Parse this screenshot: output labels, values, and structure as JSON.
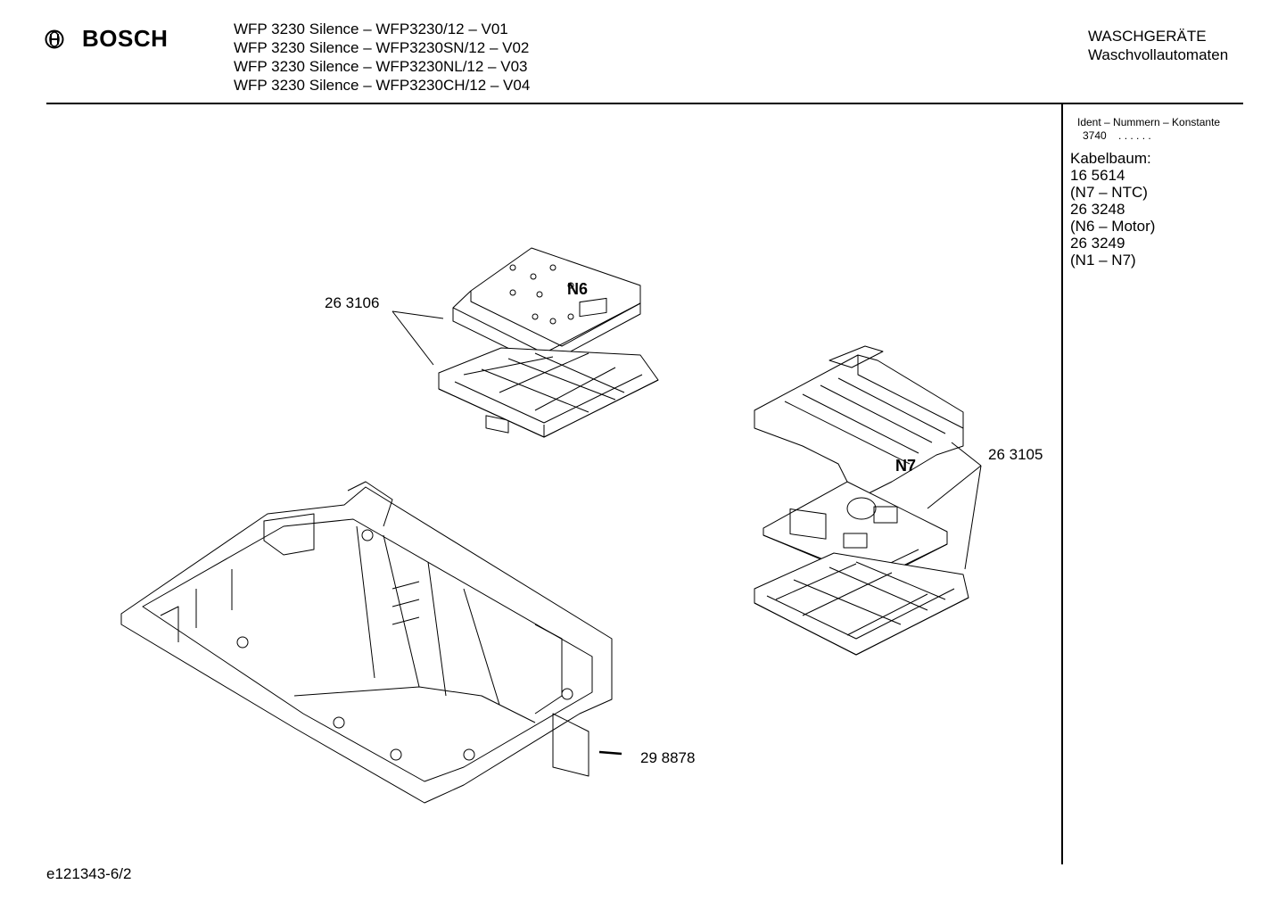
{
  "brand": {
    "name": "BOSCH",
    "logo_icon": "bosch-armature-icon"
  },
  "header": {
    "models": [
      "WFP 3230 Silence – WFP3230/12 – V01",
      "WFP 3230 Silence – WFP3230SN/12 – V02",
      "WFP 3230 Silence – WFP3230NL/12 – V03",
      "WFP 3230 Silence – WFP3230CH/12 – V04"
    ],
    "category_line1": "WASCHGERÄTE",
    "category_line2": "Waschvollautomaten"
  },
  "sidebar": {
    "ident_title": "Ident – Nummern – Konstante",
    "ident_code": "3740",
    "ident_dots": ". .   . . . .",
    "lines": [
      "Kabelbaum:",
      "16 5614",
      "(N7 – NTC)",
      "26 3248",
      "(N6 – Motor)",
      "26 3249",
      "(N1 – N7)"
    ]
  },
  "diagram": {
    "parts": [
      {
        "number": "26 3106"
      },
      {
        "number": "26 3105"
      },
      {
        "number": "29 8878"
      }
    ],
    "tags": {
      "n6": "N6",
      "n7": "N7"
    }
  },
  "footer": {
    "doc_id": "e121343-6/2"
  }
}
